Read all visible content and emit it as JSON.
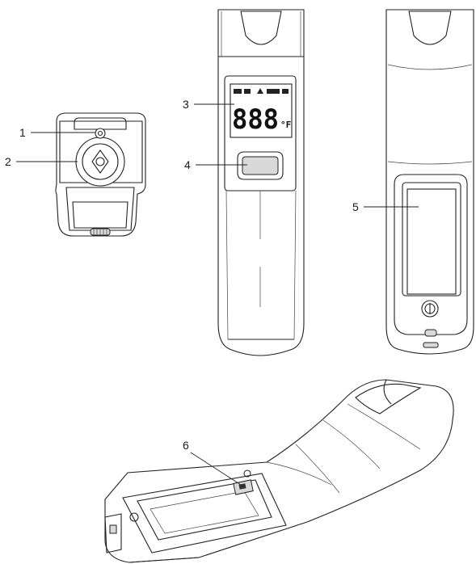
{
  "callouts": [
    {
      "id": "1",
      "label": "1"
    },
    {
      "id": "2",
      "label": "2"
    },
    {
      "id": "3",
      "label": "3"
    },
    {
      "id": "4",
      "label": "4"
    },
    {
      "id": "5",
      "label": "5"
    },
    {
      "id": "6",
      "label": "6"
    }
  ],
  "lcd": {
    "digits": "888",
    "unit": "°F"
  },
  "colors": {
    "line": "#222222",
    "fill": "#ffffff",
    "shade": "#d9d9d9"
  }
}
